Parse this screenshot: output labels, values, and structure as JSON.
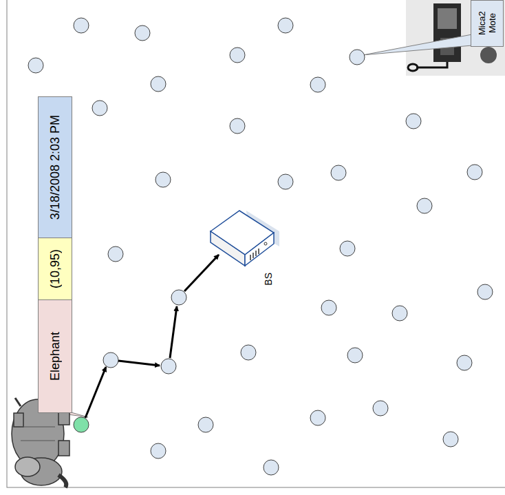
{
  "diagram": {
    "nodes": [
      {
        "text": [
          "Elephant"
        ]
      },
      {
        "text": [
          "(10,95)"
        ]
      },
      {
        "text": [
          "3/18/2008 2:03 PM"
        ]
      },
      {
        "text": [
          "Mica2 Mote"
        ]
      },
      {
        "text": [
          "BS"
        ]
      }
    ]
  }
}
